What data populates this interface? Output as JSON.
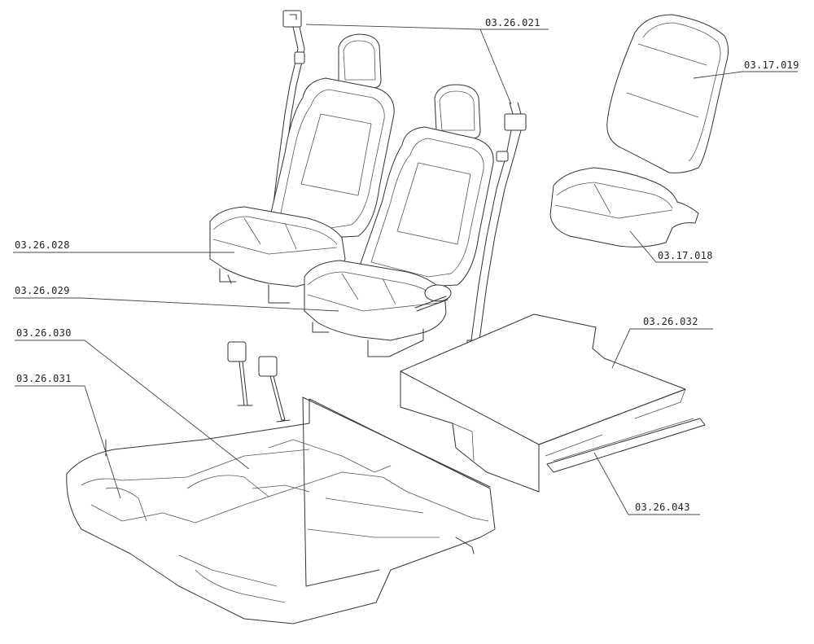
{
  "labels": {
    "p_03_26_021": "03.26.021",
    "p_03_17_019": "03.17.019",
    "p_03_17_018": "03.17.018",
    "p_03_26_028": "03.26.028",
    "p_03_26_029": "03.26.029",
    "p_03_26_030": "03.26.030",
    "p_03_26_031": "03.26.031",
    "p_03_26_032": "03.26.032",
    "p_03_26_043": "03.26.043"
  }
}
